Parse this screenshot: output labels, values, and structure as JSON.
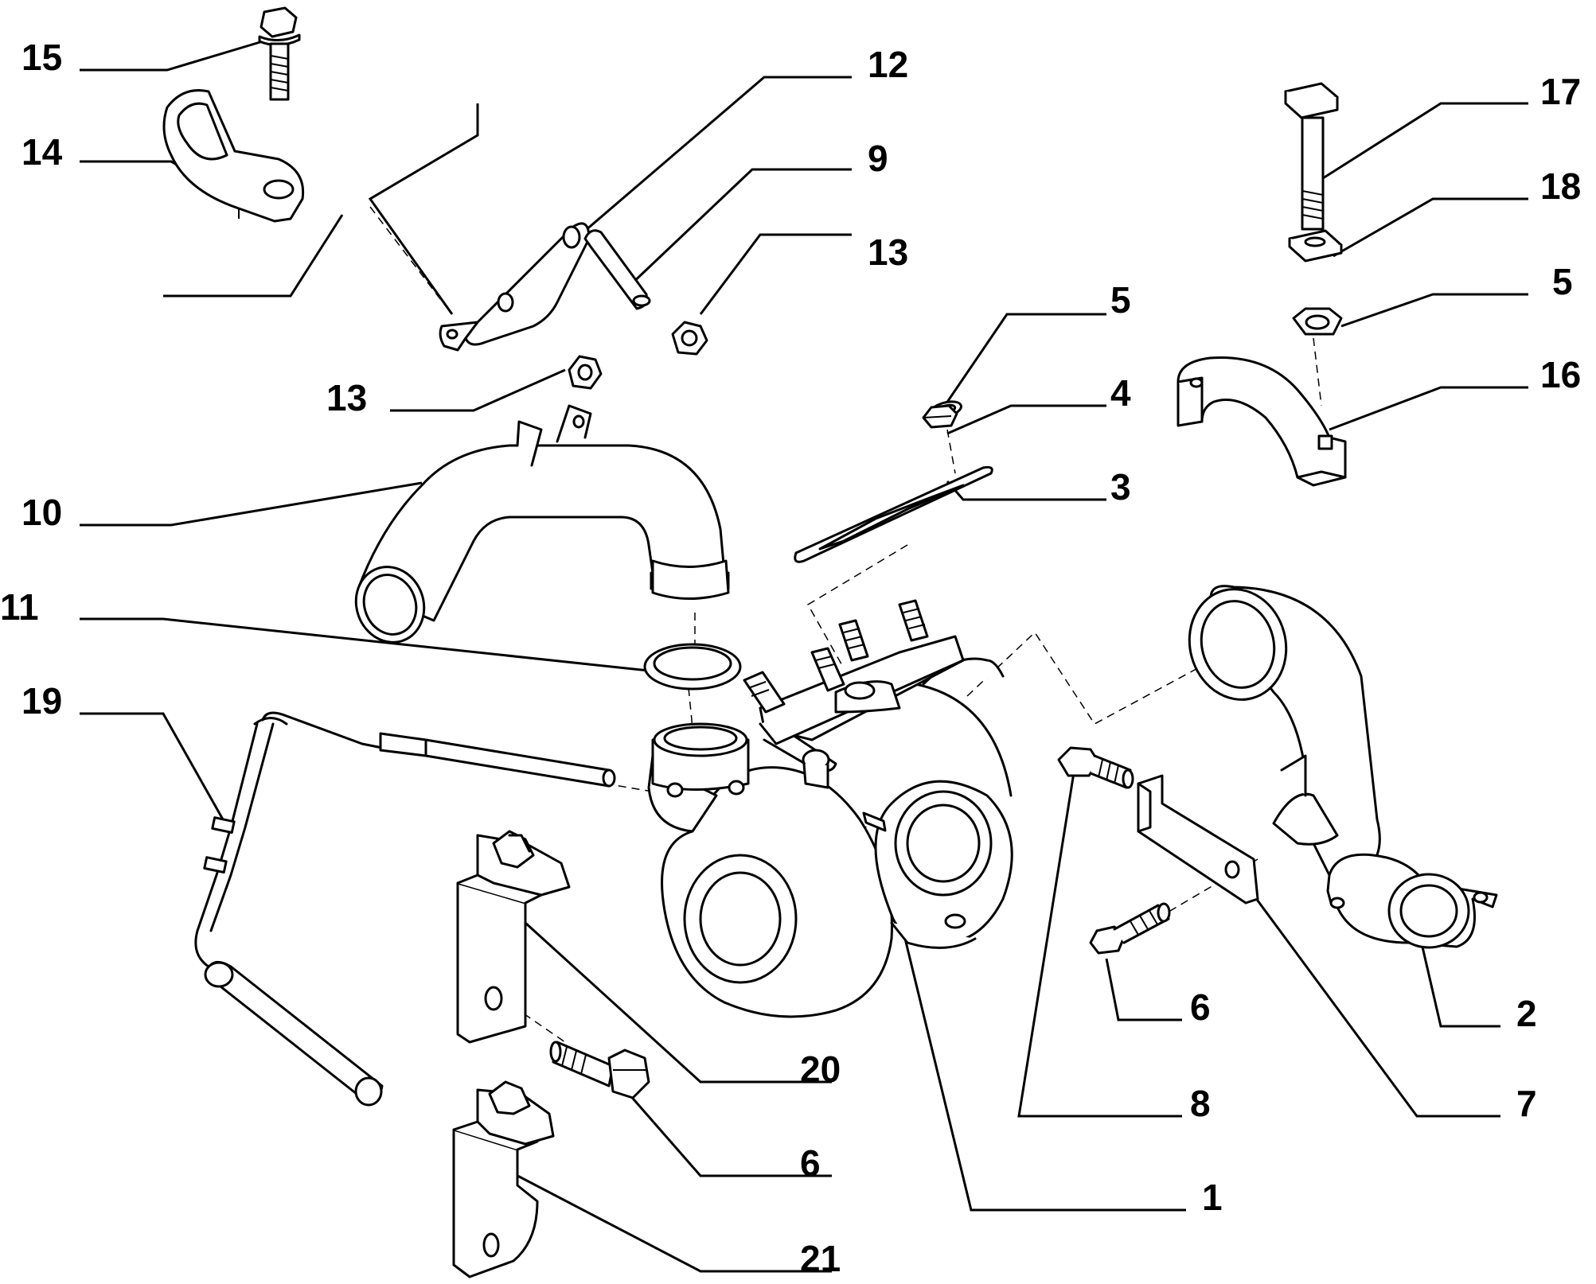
{
  "labels": {
    "l15": "15",
    "l14": "14",
    "l12": "12",
    "l9": "9",
    "l13a": "13",
    "l13b": "13",
    "l10": "10",
    "l11": "11",
    "l19": "19",
    "l17": "17",
    "l18": "18",
    "l5a": "5",
    "l5b": "5",
    "l4": "4",
    "l16": "16",
    "l3": "3",
    "l2": "2",
    "l6a": "6",
    "l8": "8",
    "l7": "7",
    "l20": "20",
    "l6b": "6",
    "l1": "1",
    "l21": "21"
  },
  "colors": {
    "ink": "#000000",
    "paper": "#ffffff"
  }
}
